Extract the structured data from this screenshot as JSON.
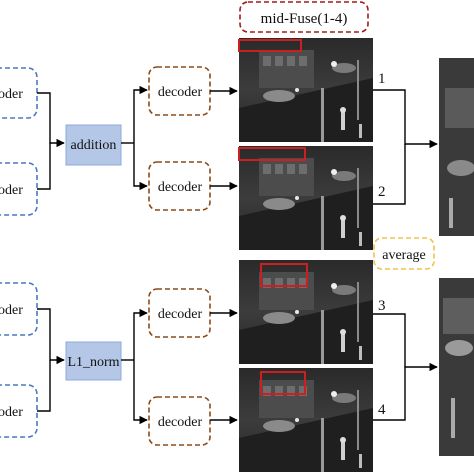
{
  "figure": {
    "title": "mid-Fuse(1-4)",
    "upper_branch": {
      "encoders": [
        "oder",
        "oder"
      ],
      "fusion": "addition",
      "decoders": [
        "decoder",
        "decoder"
      ],
      "outputs": [
        "1",
        "2"
      ]
    },
    "lower_branch": {
      "encoders": [
        "oder",
        "oder"
      ],
      "fusion": "L1_norm",
      "decoders": [
        "decoder",
        "decoder"
      ],
      "outputs": [
        "3",
        "4"
      ]
    },
    "merge": "average"
  },
  "colors": {
    "encoder_border": "#4a79c4",
    "decoder_border": "#8b4a1a",
    "fusion_fill": "#b4c7e7",
    "fusion_border": "#8ea9db",
    "highlight_red": "#cc1f1f",
    "average_border": "#f0c14b",
    "title_border": "#a01c1c"
  }
}
